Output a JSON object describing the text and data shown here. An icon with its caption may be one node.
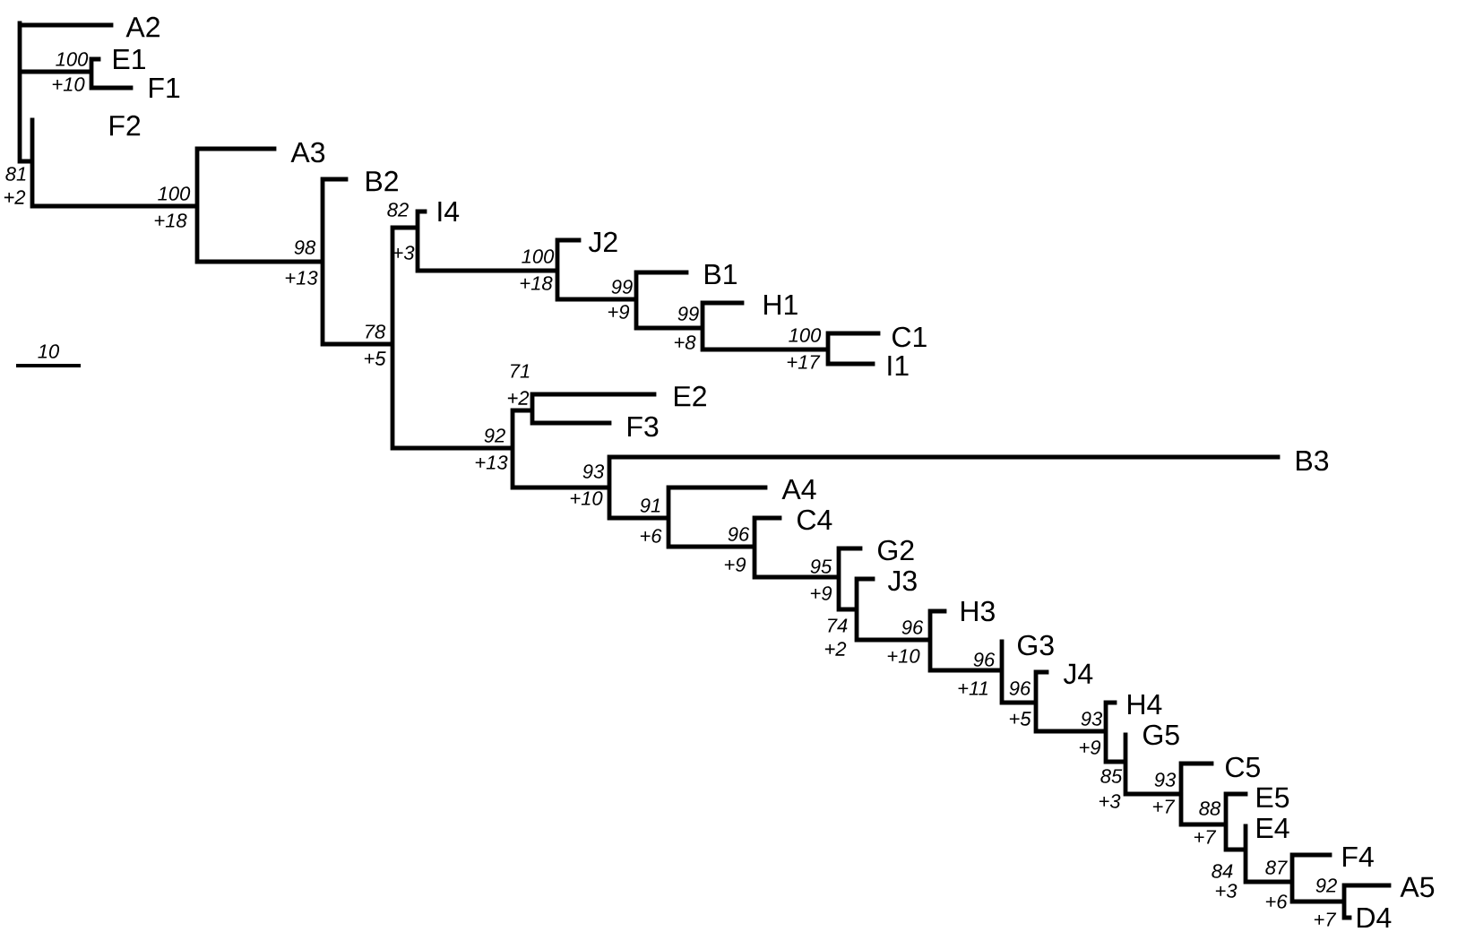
{
  "diagram": {
    "labels": [
      "A2",
      "E1",
      "F1",
      "F2",
      "A3",
      "B2",
      "I4",
      "J2",
      "B1",
      "H1",
      "C1",
      "I1",
      "E2",
      "F3",
      "B3",
      "A4",
      "C4",
      "G2",
      "J3",
      "H3",
      "G3",
      "J4",
      "H4",
      "G5",
      "C5",
      "E5",
      "E4",
      "F4",
      "A5",
      "D4",
      "100",
      "+10",
      "81",
      "+2",
      "100",
      "+18",
      "98",
      "+13",
      "82",
      "+3",
      "78",
      "+5",
      "100",
      "+18",
      "99",
      "+9",
      "99",
      "+8",
      "100",
      "+17",
      "71",
      "+2",
      "92",
      "+13",
      "93",
      "+10",
      "91",
      "+6",
      "96",
      "+9",
      "95",
      "+9",
      "74",
      "+2",
      "96",
      "+10",
      "96",
      "+11",
      "96",
      "+5",
      "93",
      "+9",
      "85",
      "+3",
      "93",
      "+7",
      "88",
      "+7",
      "84",
      "+3",
      "87",
      "+6",
      "92",
      "+7",
      "10"
    ]
  }
}
